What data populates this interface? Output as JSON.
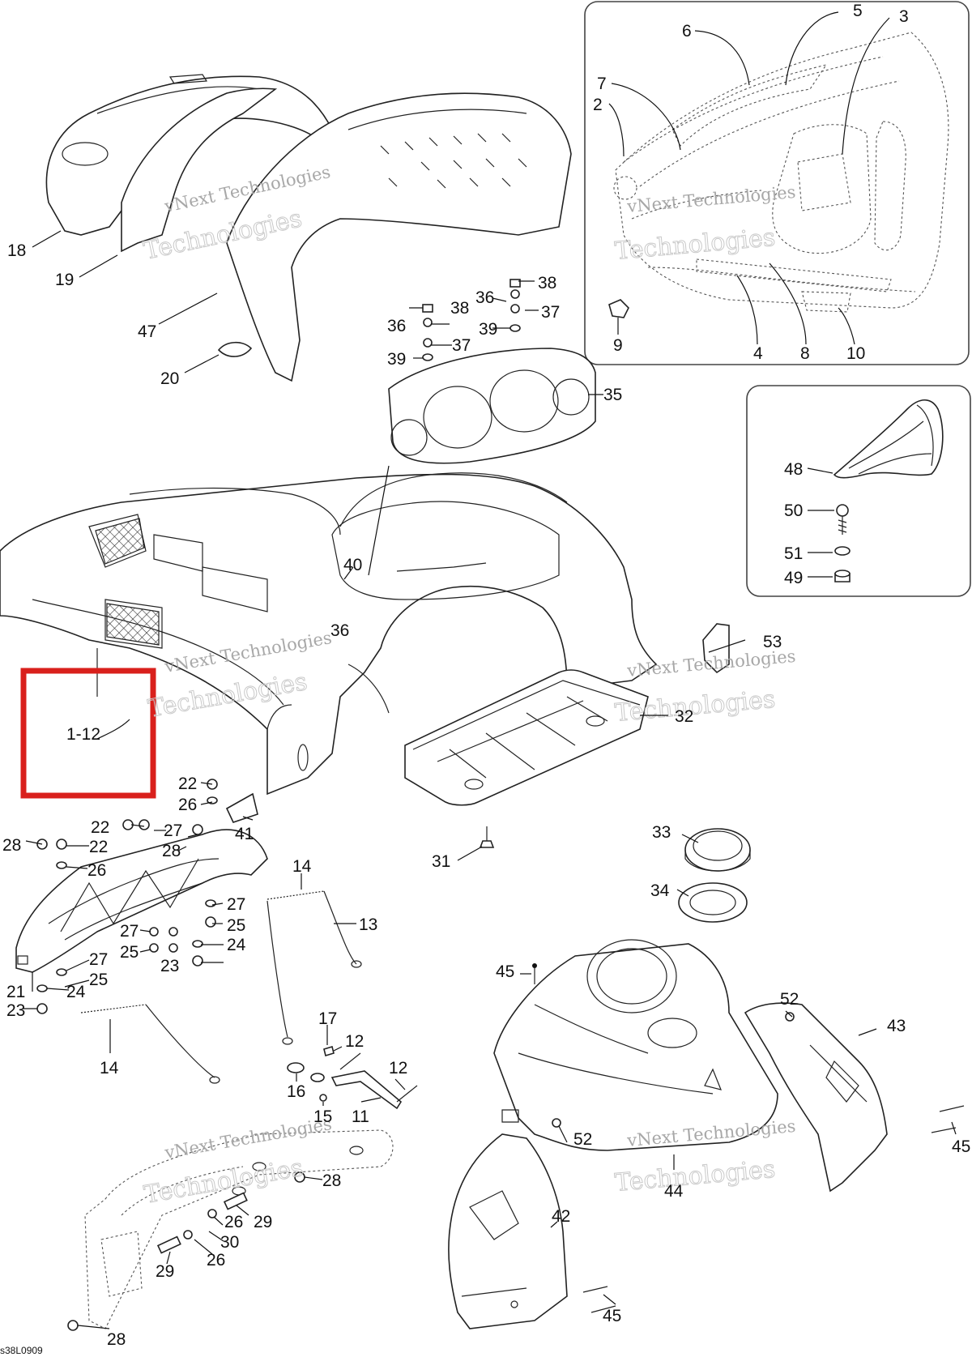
{
  "labels": {
    "l1": "1-12",
    "l2": "2",
    "l3": "3",
    "l4": "4",
    "l5": "5",
    "l6": "6",
    "l7": "7",
    "l8": "8",
    "l9": "9",
    "l10": "10",
    "l11": "11",
    "l12a": "12",
    "l12b": "12",
    "l13": "13",
    "l14a": "14",
    "l14b": "14",
    "l15": "15",
    "l16": "16",
    "l17": "17",
    "l18": "18",
    "l19": "19",
    "l20": "20",
    "l21": "21",
    "l22a": "22",
    "l22b": "22",
    "l22c": "22",
    "l23a": "23",
    "l23b": "23",
    "l24a": "24",
    "l24b": "24",
    "l25a": "25",
    "l25b": "25",
    "l25c": "25",
    "l26a": "26",
    "l26b": "26",
    "l26c": "26",
    "l26d": "26",
    "l27a": "27",
    "l27b": "27",
    "l27c": "27",
    "l27d": "27",
    "l28a": "28",
    "l28b": "28",
    "l28c": "28",
    "l28d": "28",
    "l29a": "29",
    "l29b": "29",
    "l30": "30",
    "l31": "31",
    "l32": "32",
    "l33": "33",
    "l34": "34",
    "l35": "35",
    "l36a": "36",
    "l36b": "36",
    "l36c": "36",
    "l37a": "37",
    "l37b": "37",
    "l38a": "38",
    "l38b": "38",
    "l39a": "39",
    "l39b": "39",
    "l40": "40",
    "l41": "41",
    "l42": "42",
    "l43": "43",
    "l44": "44",
    "l45a": "45",
    "l45b": "45",
    "l45c": "45",
    "l47": "47",
    "l48": "48",
    "l49": "49",
    "l50": "50",
    "l51": "51",
    "l52a": "52",
    "l52b": "52",
    "l53": "53"
  },
  "watermark": {
    "line1": "vNext Technologies",
    "line2": "vNext",
    "line3": "Technologies"
  },
  "footer": {
    "code": "s38L0909"
  },
  "colors": {
    "highlight": "#d9201c",
    "ink": "#222222",
    "watermark": "#a8a8a8"
  }
}
